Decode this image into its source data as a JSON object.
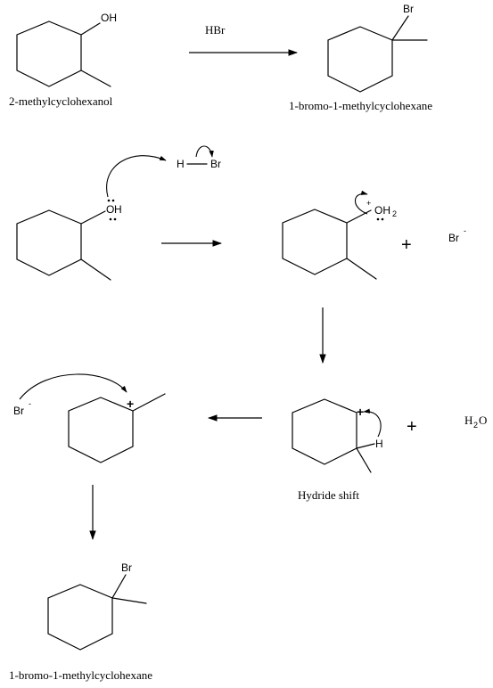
{
  "reaction": {
    "reactant_name": "2-methylcyclohexanol",
    "reagent": "HBr",
    "product_name": "1-bromo-1-methylcyclohexane"
  },
  "atoms": {
    "oh": "OH",
    "o": "O",
    "h": "H",
    "br": "Br",
    "h2o": "H",
    "h2o_sub": "2",
    "h2o_o": "O",
    "oh2_o": "OH",
    "oh2_sub": "2",
    "bromide": "Br",
    "minus": "-",
    "plus_charge": "+"
  },
  "symbols": {
    "plus": "+"
  },
  "steps": {
    "hydride_shift_label": "Hydride shift",
    "final_product_name": "1-bromo-1-methylcyclohexane"
  },
  "arrows": [
    "reaction-arrow",
    "protonation-arrow",
    "loss-water-arrow",
    "hydride-shift-arrow",
    "bromide-attack-arrow"
  ]
}
